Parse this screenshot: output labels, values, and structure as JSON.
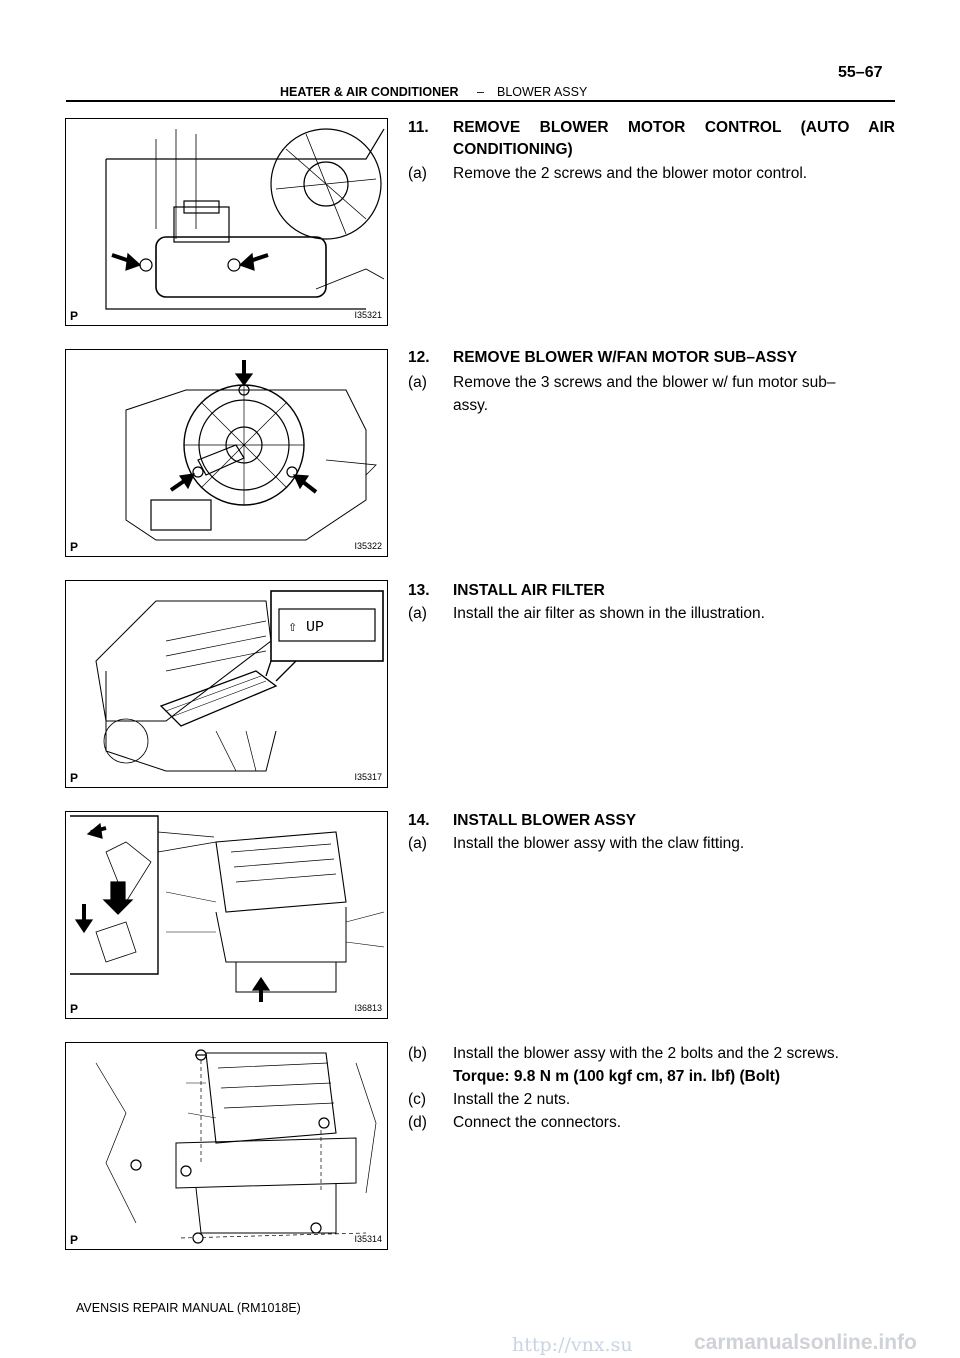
{
  "header": {
    "section": "HEATER & AIR CONDITIONER",
    "dash": "–",
    "subsection": "BLOWER ASSY",
    "page_number": "55–67"
  },
  "figures": [
    {
      "code": "I35321",
      "p": "P"
    },
    {
      "code": "I35322",
      "p": "P"
    },
    {
      "code": "I35317",
      "p": "P",
      "callout": "⇧ UP"
    },
    {
      "code": "I36813",
      "p": "P"
    },
    {
      "code": "I35314",
      "p": "P"
    }
  ],
  "steps": [
    {
      "number": "11.",
      "title_line1": "REMOVE  BLOWER  MOTOR  CONTROL  (AUTO  AIR",
      "title_line2": "CONDITIONING)",
      "subs": [
        {
          "letter": "(a)",
          "text": "Remove the 2 screws and the blower motor control."
        }
      ]
    },
    {
      "number": "12.",
      "title_line1": "REMOVE BLOWER W/FAN MOTOR SUB–ASSY",
      "subs": [
        {
          "letter": "(a)",
          "text": "Remove the 3 screws and the blower w/ fun motor sub–",
          "text2": "assy."
        }
      ]
    },
    {
      "number": "13.",
      "title_line1": "INSTALL AIR FILTER",
      "subs": [
        {
          "letter": "(a)",
          "text": "Install the air filter as shown in the illustration."
        }
      ]
    },
    {
      "number": "14.",
      "title_line1": "INSTALL BLOWER ASSY",
      "subs": [
        {
          "letter": "(a)",
          "text": "Install the blower assy with the claw fitting."
        },
        {
          "letter": "(b)",
          "text": "Install the blower assy with the 2 bolts and the 2 screws.",
          "torque": "Torque: 9.8 N m (100 kgf cm, 87 in. lbf) (Bolt)"
        },
        {
          "letter": "(c)",
          "text": "Install the 2 nuts."
        },
        {
          "letter": "(d)",
          "text": "Connect the connectors."
        }
      ]
    }
  ],
  "footer": {
    "manual": "AVENSIS REPAIR MANUAL   (RM1018E)"
  },
  "watermarks": {
    "link": "http://vnx.su",
    "site": "carmanualsonline.info"
  }
}
